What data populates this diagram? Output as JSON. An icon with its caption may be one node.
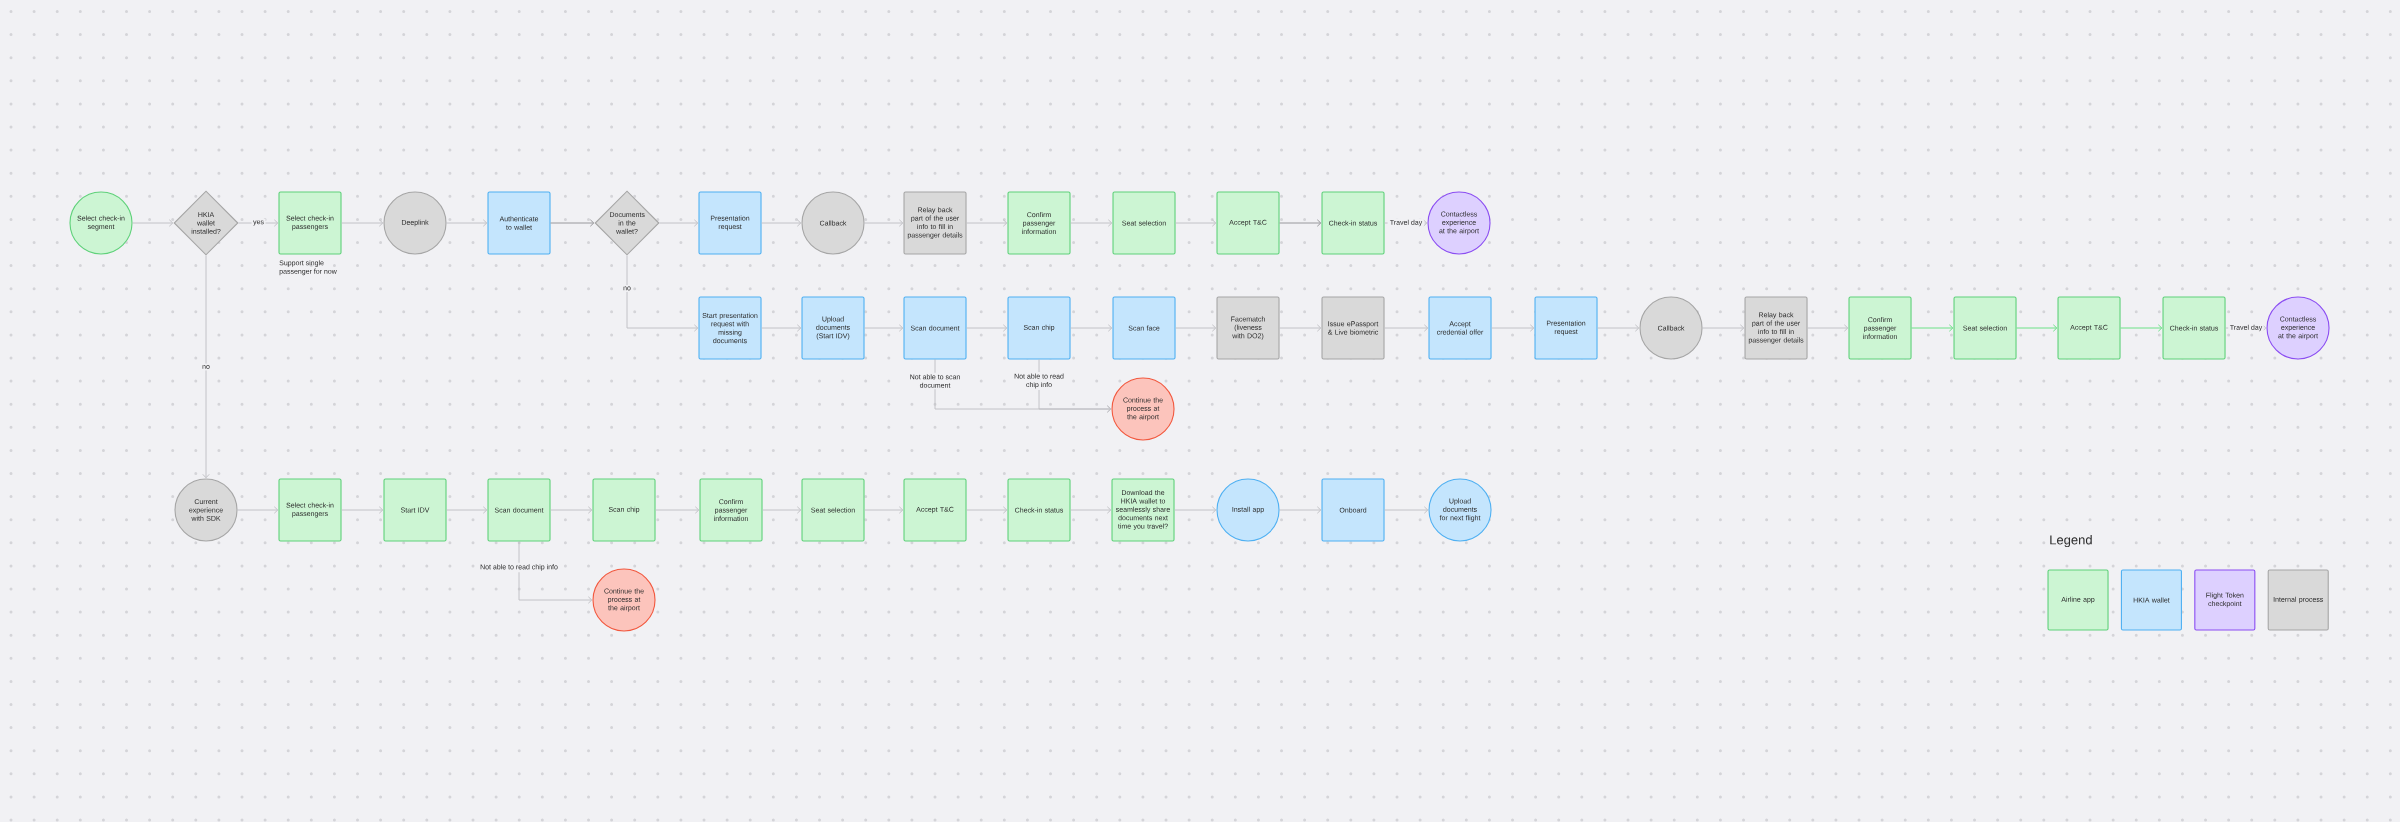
{
  "diagram": {
    "nodes": [
      {
        "text": [
          "Select check-in segment"
        ]
      },
      {
        "text": [
          "HKIA wallet installed?"
        ]
      },
      {
        "text": [
          "Select check-in passengers"
        ],
        "beside": [
          "Support single passenger for now"
        ]
      },
      {
        "text": [
          "Deeplink"
        ]
      },
      {
        "text": [
          "Authenticate to wallet"
        ]
      },
      {
        "text": [
          "Documents in the wallet?"
        ]
      },
      {
        "text": [
          "Presentation request"
        ]
      },
      {
        "text": [
          "Callback"
        ]
      },
      {
        "text": [
          "Relay back part of the user info to fill in passenger details"
        ]
      },
      {
        "text": [
          "Confirm passenger information"
        ]
      },
      {
        "text": [
          "Seat selection"
        ]
      },
      {
        "text": [
          "Accept T&C"
        ]
      },
      {
        "text": [
          "Check-in status"
        ]
      },
      {
        "text": [
          "Contactless experience at the airport"
        ]
      },
      {
        "text": [
          "Start presentation request with missing documents"
        ]
      },
      {
        "text": [
          "Upload documents (Start IDV)"
        ]
      },
      {
        "text": [
          "Scan document"
        ]
      },
      {
        "text": [
          "Scan chip"
        ]
      },
      {
        "text": [
          "Scan face"
        ]
      },
      {
        "text": [
          "Facematch (liveness with DO2)"
        ]
      },
      {
        "text": [
          "Issue ePassport & Live biometric"
        ]
      },
      {
        "text": [
          "Accept credential offer"
        ]
      },
      {
        "text": [
          "Presentation request"
        ]
      },
      {
        "text": [
          "Callback"
        ]
      },
      {
        "text": [
          "Relay back part of the user info to fill in passenger details"
        ]
      },
      {
        "text": [
          "Confirm passenger information"
        ]
      },
      {
        "text": [
          "Seat selection"
        ]
      },
      {
        "text": [
          "Accept T&C"
        ]
      },
      {
        "text": [
          "Check-in status"
        ]
      },
      {
        "text": [
          "Contactless experience at the airport"
        ]
      },
      {
        "text": [
          "Continue the process at the airport"
        ]
      },
      {
        "text": [
          "Current experience with SDK"
        ]
      },
      {
        "text": [
          "Select check-in passengers"
        ]
      },
      {
        "text": [
          "Start IDV"
        ]
      },
      {
        "text": [
          "Scan document"
        ]
      },
      {
        "text": [
          "Scan chip"
        ]
      },
      {
        "text": [
          "Confirm passenger information"
        ]
      },
      {
        "text": [
          "Seat selection"
        ]
      },
      {
        "text": [
          "Accept T&C"
        ]
      },
      {
        "text": [
          "Check-in status"
        ]
      },
      {
        "text": [
          "Download the HKIA wallet to seamlessly share documents next time you travel?"
        ]
      },
      {
        "text": [
          "Install app"
        ]
      },
      {
        "text": [
          "Onboard"
        ]
      },
      {
        "text": [
          "Upload documents for next flight"
        ]
      },
      {
        "text": [
          "Continue the process at the airport"
        ]
      }
    ],
    "edges": [
      {
        "from": 0,
        "to": 1,
        "arrow": "to"
      },
      {
        "from": 1,
        "to": 2,
        "arrow": "to",
        "label": "yes"
      },
      {
        "from": 2,
        "to": 3,
        "arrow": "to"
      },
      {
        "from": 3,
        "to": 4,
        "arrow": "to"
      },
      {
        "from": 4,
        "to": 5,
        "arrow": "to",
        "color": "#8e8e92"
      },
      {
        "from": 5,
        "to": 6,
        "arrow": "to"
      },
      {
        "from": 6,
        "to": 7,
        "arrow": "to"
      },
      {
        "from": 7,
        "to": 8,
        "arrow": "to"
      },
      {
        "from": 8,
        "to": 9,
        "arrow": "to"
      },
      {
        "from": 9,
        "to": 10,
        "arrow": "to"
      },
      {
        "from": 10,
        "to": 11,
        "arrow": "to"
      },
      {
        "from": 11,
        "to": 12,
        "arrow": "to",
        "color": "#8e8e92"
      },
      {
        "from": 12,
        "to": 13,
        "arrow": "to",
        "style": "dashed",
        "label": "Travel day"
      },
      {
        "from": 5,
        "to": 14,
        "arrow": "to",
        "label": "no"
      },
      {
        "from": 14,
        "to": 15,
        "arrow": "to"
      },
      {
        "from": 15,
        "to": 16,
        "arrow": "to"
      },
      {
        "from": 16,
        "to": 17,
        "arrow": "to"
      },
      {
        "from": 17,
        "to": 18,
        "arrow": "to"
      },
      {
        "from": 18,
        "to": 19,
        "arrow": "to"
      },
      {
        "from": 19,
        "to": 20,
        "arrow": "to"
      },
      {
        "from": 20,
        "to": 21,
        "arrow": "to"
      },
      {
        "from": 21,
        "to": 22,
        "arrow": "to"
      },
      {
        "from": 22,
        "to": 23,
        "arrow": "to"
      },
      {
        "from": 23,
        "to": 24,
        "arrow": "to"
      },
      {
        "from": 24,
        "to": 25,
        "arrow": "to"
      },
      {
        "from": 25,
        "to": 26,
        "arrow": "to",
        "color": "#5ee07a"
      },
      {
        "from": 26,
        "to": 27,
        "arrow": "to",
        "color": "#5ee07a"
      },
      {
        "from": 27,
        "to": 28,
        "arrow": "to",
        "color": "#5ee07a"
      },
      {
        "from": 28,
        "to": 29,
        "arrow": "to",
        "style": "dashed",
        "label": "Travel day"
      },
      {
        "from": 16,
        "to": 30,
        "arrow": "to",
        "label": "Not able to scan document"
      },
      {
        "from": 17,
        "to": 30,
        "arrow": "to",
        "label": "Not able to read chip info"
      },
      {
        "from": 1,
        "to": 31,
        "arrow": "to",
        "label": "no"
      },
      {
        "from": 31,
        "to": 32,
        "arrow": "to"
      },
      {
        "from": 32,
        "to": 33,
        "arrow": "to"
      },
      {
        "from": 33,
        "to": 34,
        "arrow": "to"
      },
      {
        "from": 34,
        "to": 35,
        "arrow": "to"
      },
      {
        "from": 35,
        "to": 36,
        "arrow": "to"
      },
      {
        "from": 36,
        "to": 37,
        "arrow": "to"
      },
      {
        "from": 37,
        "to": 38,
        "arrow": "to"
      },
      {
        "from": 38,
        "to": 39,
        "arrow": "to"
      },
      {
        "from": 39,
        "to": 40,
        "arrow": "to"
      },
      {
        "from": 40,
        "to": 41,
        "arrow": "to"
      },
      {
        "from": 41,
        "to": 42,
        "arrow": "to"
      },
      {
        "from": 42,
        "to": 43,
        "arrow": "to"
      },
      {
        "from": 34,
        "to": 44,
        "arrow": "to",
        "label": "Not able to read chip info"
      }
    ],
    "labels": [
      "Legend"
    ],
    "legend": [
      {
        "text": "Airline app",
        "color": "#ccf5d3"
      },
      {
        "text": "HKIA wallet",
        "color": "#c4e5fd"
      },
      {
        "text": "Flight Token checkpoint",
        "color": "#ddd0ff"
      },
      {
        "text": "Internal process",
        "color": "#d9d9d9"
      }
    ]
  }
}
